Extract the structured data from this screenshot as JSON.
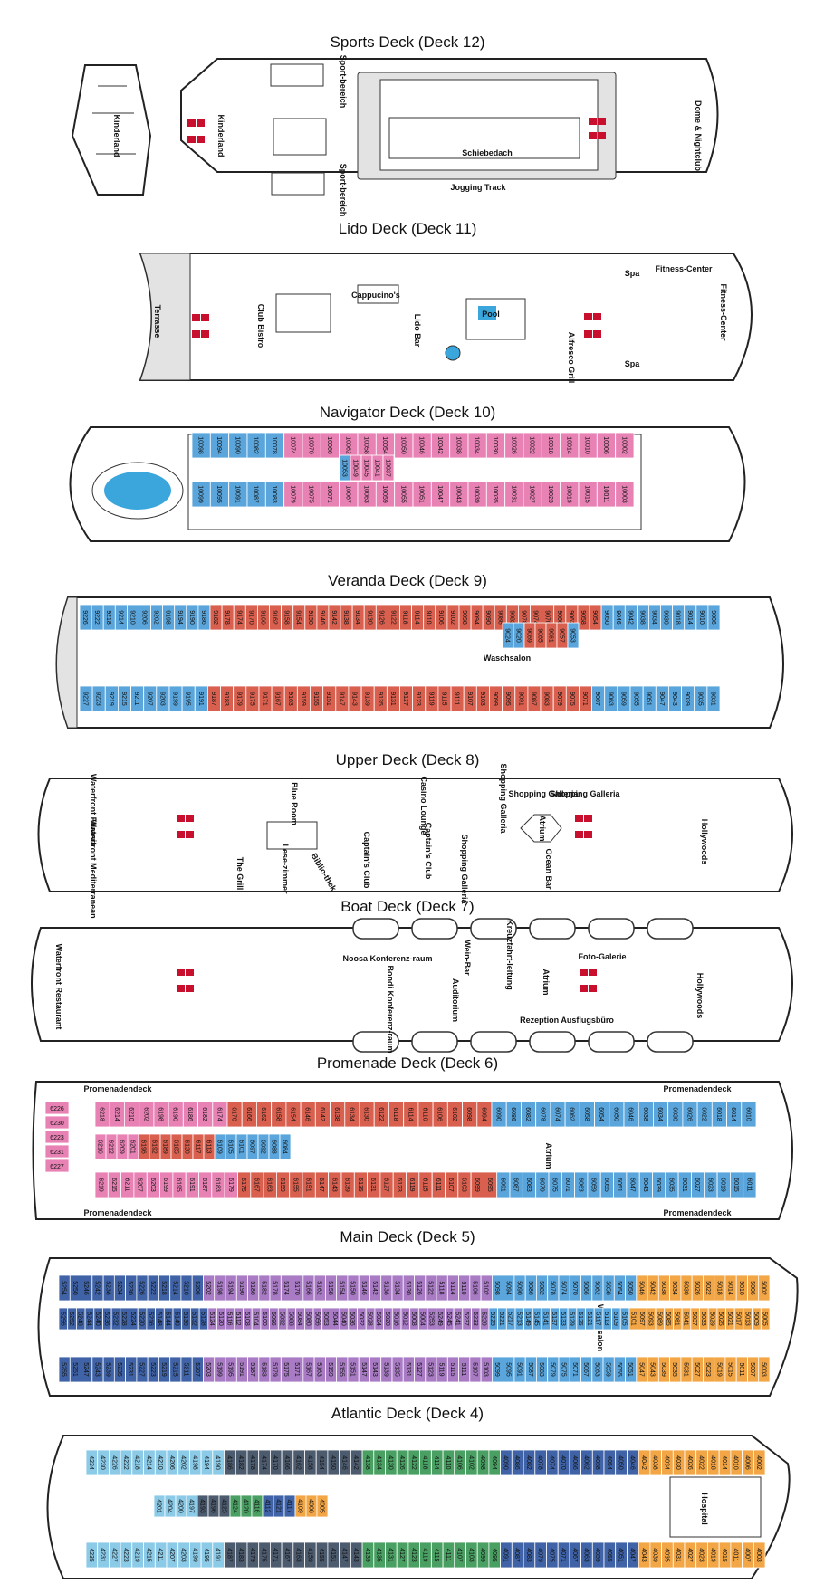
{
  "decks": {
    "d12": {
      "title": "Sports Deck (Deck 12)",
      "labels": {
        "kinderland_left": "Kinderland",
        "kinderland": "Kinderland",
        "sport1": "Sport-bereich",
        "sport2": "Sport-bereich",
        "schiebedach": "Schiebedach",
        "jogging": "Jogging Track",
        "dome": "Dome & Nightclub"
      }
    },
    "d11": {
      "title": "Lido Deck (Deck 11)",
      "labels": {
        "terrasse": "Terrasse",
        "club_bistro": "Club Bistro",
        "cappuccinos": "Cappucino's",
        "lido_bar": "Lido Bar",
        "pool": "Pool",
        "alfresco": "Alfresco Grill",
        "spa1": "Spa",
        "spa2": "Spa",
        "fitness1": "Fitness-Center",
        "fitness2": "Fitness-Center"
      }
    },
    "d10": {
      "title": "Navigator Deck (Deck 10)",
      "top_row": [
        "10098",
        "10094",
        "10090",
        "10082",
        "10078",
        "10074",
        "10070",
        "10066",
        "10062",
        "10058",
        "10054",
        "10050",
        "10046",
        "10042",
        "10038",
        "10034",
        "10030",
        "10026",
        "10022",
        "10018",
        "10014",
        "10010",
        "10006",
        "10002"
      ],
      "mid_row": [
        "10053",
        "10049",
        "10045",
        "10041",
        "10037"
      ],
      "bottom_row": [
        "10099",
        "10095",
        "10091",
        "10087",
        "10083",
        "10079",
        "10075",
        "10071",
        "10067",
        "10063",
        "10059",
        "10055",
        "10051",
        "10047",
        "10043",
        "10039",
        "10035",
        "10031",
        "10027",
        "10023",
        "10019",
        "10015",
        "10011",
        "10003"
      ]
    },
    "d9": {
      "title": "Veranda Deck (Deck 9)",
      "top_row": [
        "9226",
        "9222",
        "9218",
        "9214",
        "9210",
        "9206",
        "9202",
        "9198",
        "9194",
        "9190",
        "9186",
        "9182",
        "9178",
        "9174",
        "9170",
        "9166",
        "9162",
        "9158",
        "9154",
        "9150",
        "9146",
        "9142",
        "9138",
        "9134",
        "9130",
        "9126",
        "9122",
        "9118",
        "9114",
        "9110",
        "9106",
        "9102",
        "9098",
        "9094",
        "9090",
        "9086",
        "9082",
        "9078",
        "9074",
        "9070",
        "9066",
        "9062",
        "9058",
        "9054",
        "9050",
        "9046",
        "9042",
        "9038",
        "9034",
        "9030",
        "9018",
        "9014",
        "9010",
        "9006"
      ],
      "mid_row": [
        "9024",
        "9020",
        "9069",
        "9065",
        "9061",
        "9057",
        "9053"
      ],
      "bottom_row": [
        "9227",
        "9223",
        "9219",
        "9215",
        "9211",
        "9207",
        "9203",
        "9199",
        "9195",
        "9191",
        "9187",
        "9183",
        "9179",
        "9175",
        "9171",
        "9167",
        "9163",
        "9159",
        "9155",
        "9151",
        "9147",
        "9143",
        "9139",
        "9135",
        "9131",
        "9127",
        "9123",
        "9119",
        "9115",
        "9111",
        "9107",
        "9103",
        "9099",
        "9095",
        "9091",
        "9087",
        "9083",
        "9079",
        "9075",
        "9071",
        "9067",
        "9063",
        "9059",
        "9055",
        "9051",
        "9047",
        "9043",
        "9039",
        "9035",
        "9031"
      ],
      "labels": {
        "waschsalon": "Waschsalon"
      }
    },
    "d8": {
      "title": "Upper Deck (Deck 8)",
      "labels": {
        "eurasia": "Waterfront Eurasia",
        "mediterranean": "Waterfront Mediterranean",
        "grill": "The Grill",
        "blue_room": "Blue Room",
        "lesezimmer": "Lese-zimmer",
        "bibliothek": "Biblio-thek",
        "captains_club": "Captain's Club",
        "casino": "Casino Lounge",
        "captains_club2": "Captain's Club",
        "shopping1": "Shopping Galleria",
        "shopping2": "Shopping Galleria",
        "shopping3": "Shopping Galleria",
        "shopping4": "Shopping Galleria",
        "atrium": "Atrium",
        "ocean_bar": "Ocean Bar",
        "hollywoods": "Hollywoods"
      }
    },
    "d7": {
      "title": "Boat Deck (Deck 7)",
      "labels": {
        "waterfront_restaurant": "Waterfront Restaurant",
        "noosa": "Noosa Konferenz-raum",
        "bondi": "Bondi Konferenz-raum",
        "weinbar": "Wein-Bar",
        "auditorium": "Auditorium",
        "kreuzfahrt": "Kreuzfahrt-leitung",
        "atrium": "Atrium",
        "fotogalerie": "Foto-Galerie",
        "rezeption": "Rezeption Ausflugsbüro",
        "hollywoods": "Hollywoods"
      }
    },
    "d6": {
      "title": "Promenade Deck (Deck 6)",
      "promenade_labels": [
        "Promenadendeck",
        "Promenadendeck",
        "Promenadendeck",
        "Promenadendeck"
      ],
      "left_cabins": [
        "6226",
        "6230",
        "6223",
        "6231",
        "6227"
      ],
      "top_row": [
        "6218",
        "6214",
        "6210",
        "6202",
        "6198",
        "6190",
        "6186",
        "6182",
        "6174",
        "6170",
        "6166",
        "6162",
        "6158",
        "6154",
        "6146",
        "6142",
        "6138",
        "6134",
        "6130",
        "6122",
        "6118",
        "6114",
        "6110",
        "6106",
        "6102",
        "6098",
        "6094",
        "6090",
        "6086",
        "6082",
        "6078",
        "6074",
        "6062",
        "6058",
        "6054",
        "6050",
        "6046",
        "6038",
        "6034",
        "6030",
        "6026",
        "6022",
        "6018",
        "6014",
        "6010"
      ],
      "mid_row": [
        "6216",
        "6212",
        "6209",
        "6201",
        "6196",
        "6192",
        "6189",
        "6185",
        "6120",
        "6117",
        "6113",
        "6109",
        "6105",
        "6101",
        "6097",
        "6092",
        "6088",
        "6084"
      ],
      "bottom_row": [
        "6219",
        "6215",
        "6211",
        "6207",
        "6203",
        "6199",
        "6195",
        "6191",
        "6187",
        "6183",
        "6179",
        "6175",
        "6167",
        "6163",
        "6159",
        "6155",
        "6151",
        "6147",
        "6143",
        "6139",
        "6135",
        "6131",
        "6127",
        "6123",
        "6119",
        "6115",
        "6111",
        "6107",
        "6103",
        "6099",
        "6095",
        "6091",
        "6087",
        "6083",
        "6079",
        "6075",
        "6071",
        "6063",
        "6059",
        "6055",
        "6051",
        "6047",
        "6043",
        "6039",
        "6035",
        "6031",
        "6027",
        "6023",
        "6019",
        "6015",
        "6011"
      ],
      "labels": {
        "atrium": "Atrium"
      }
    },
    "d5": {
      "title": "Main Deck (Deck 5)",
      "top_row": [
        "5254",
        "5250",
        "5246",
        "5242",
        "5238",
        "5234",
        "5230",
        "5226",
        "5222",
        "5218",
        "5214",
        "5210",
        "5206",
        "5202",
        "5198",
        "5194",
        "5190",
        "5186",
        "5182",
        "5178",
        "5174",
        "5170",
        "5166",
        "5162",
        "5158",
        "5154",
        "5150",
        "5146",
        "5142",
        "5138",
        "5134",
        "5130",
        "5126",
        "5122",
        "5118",
        "5114",
        "5110",
        "5106",
        "5102",
        "5098",
        "5094",
        "5090",
        "5086",
        "5082",
        "5078",
        "5074",
        "5070",
        "5066",
        "5062",
        "5058",
        "5054",
        "5050",
        "5046",
        "5042",
        "5038",
        "5034",
        "5030",
        "5026",
        "5022",
        "5018",
        "5014",
        "5010",
        "5006",
        "5002"
      ],
      "mid_row": [
        "5256",
        "5252",
        "5248",
        "5244",
        "5240",
        "5236",
        "5232",
        "5228",
        "5224",
        "5220",
        "5216",
        "5148",
        "5144",
        "5140",
        "5136",
        "5132",
        "5128",
        "5124",
        "5120",
        "5116",
        "5112",
        "5108",
        "5104",
        "5100",
        "5096",
        "5092",
        "5088",
        "5084",
        "5080",
        "5056",
        "5053",
        "5044",
        "5040",
        "5036",
        "5032",
        "5028",
        "5024",
        "5020",
        "5016",
        "5012",
        "5008",
        "5004",
        "5253",
        "5249",
        "5245",
        "5241",
        "5237",
        "5233",
        "5229",
        "5225",
        "5221",
        "5217",
        "5213",
        "5149",
        "5145",
        "5141",
        "5137",
        "5133",
        "5129",
        "5125",
        "5121",
        "5117",
        "5113",
        "5109",
        "5105",
        "5101",
        "5097",
        "5093",
        "5089",
        "5085",
        "5081",
        "5041",
        "5037",
        "5033",
        "5029",
        "5025",
        "5021",
        "5017",
        "5013",
        "5009",
        "5005"
      ],
      "bottom_row": [
        "5255",
        "5251",
        "5247",
        "5243",
        "5239",
        "5235",
        "5231",
        "5227",
        "5223",
        "5219",
        "5215",
        "5211",
        "5207",
        "5203",
        "5199",
        "5195",
        "5191",
        "5187",
        "5183",
        "5179",
        "5175",
        "5171",
        "5167",
        "5163",
        "5159",
        "5155",
        "5151",
        "5147",
        "5143",
        "5139",
        "5135",
        "5131",
        "5127",
        "5123",
        "5119",
        "5115",
        "5111",
        "5107",
        "5103",
        "5099",
        "5095",
        "5091",
        "5087",
        "5083",
        "5079",
        "5075",
        "5071",
        "5067",
        "5063",
        "5059",
        "5055",
        "5051",
        "5047",
        "5043",
        "5039",
        "5035",
        "5031",
        "5027",
        "5023",
        "5019",
        "5015",
        "5011",
        "5007",
        "5003"
      ],
      "labels": {
        "waschsalon": "Waschsalon"
      }
    },
    "d4": {
      "title": "Atlantic Deck (Deck 4)",
      "top_row": [
        "4234",
        "4230",
        "4226",
        "4222",
        "4218",
        "4214",
        "4210",
        "4206",
        "4202",
        "4198",
        "4194",
        "4190",
        "4186",
        "4182",
        "4178",
        "4174",
        "4170",
        "4166",
        "4162",
        "4158",
        "4154",
        "4150",
        "4146",
        "4142",
        "4138",
        "4134",
        "4130",
        "4126",
        "4122",
        "4118",
        "4114",
        "4110",
        "4106",
        "4102",
        "4098",
        "4094",
        "4090",
        "4086",
        "4082",
        "4078",
        "4074",
        "4070",
        "4066",
        "4062",
        "4058",
        "4054",
        "4050",
        "4046",
        "4042",
        "4038",
        "4034",
        "4030",
        "4026",
        "4022",
        "4018",
        "4014",
        "4010",
        "4006",
        "4002"
      ],
      "mid_row": [
        "4201",
        "4204",
        "4200",
        "4197",
        "4193",
        "4196",
        "4125",
        "4124",
        "4120",
        "4116",
        "4112",
        "4121",
        "4117",
        "4109",
        "4008",
        "4005"
      ],
      "bottom_row": [
        "4235",
        "4231",
        "4227",
        "4223",
        "4219",
        "4215",
        "4211",
        "4207",
        "4203",
        "4199",
        "4195",
        "4191",
        "4187",
        "4183",
        "4179",
        "4175",
        "4171",
        "4167",
        "4163",
        "4159",
        "4155",
        "4151",
        "4147",
        "4143",
        "4139",
        "4135",
        "4131",
        "4127",
        "4123",
        "4119",
        "4115",
        "4111",
        "4107",
        "4103",
        "4099",
        "4095",
        "4091",
        "4087",
        "4083",
        "4079",
        "4075",
        "4071",
        "4067",
        "4063",
        "4059",
        "4055",
        "4051",
        "4047",
        "4043",
        "4039",
        "4035",
        "4031",
        "4027",
        "4023",
        "4019",
        "4015",
        "4011",
        "4007",
        "4003"
      ],
      "labels": {
        "hospital": "Hospital"
      }
    }
  },
  "colors": {
    "pink": "#e882b4",
    "blue": "#5aa6dc",
    "red": "#d9604f",
    "purple": "#a87bc4",
    "navy": "#3f63a6",
    "teal": "#53b7ac",
    "green": "#4aa063",
    "orange": "#f3a646",
    "slate": "#4d5b6e",
    "sky": "#8ccbe8",
    "salmon": "#eb8d8d",
    "grey": "#e3e3e3",
    "safety_red": "#c8102e"
  }
}
